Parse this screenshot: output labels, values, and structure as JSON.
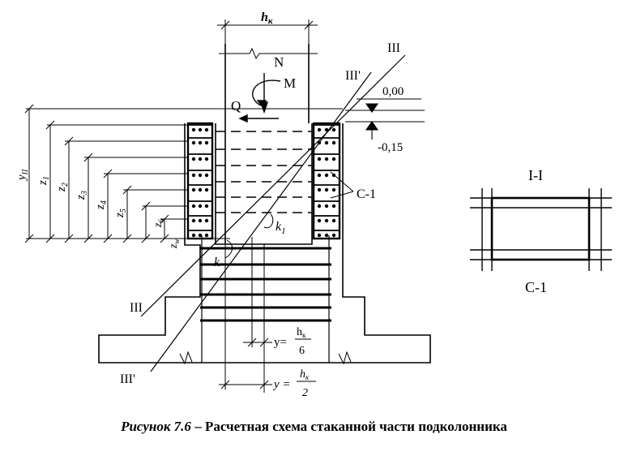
{
  "labels": {
    "hk": "h",
    "hk_sub": "к",
    "N": "N",
    "M": "M",
    "Q": "Q",
    "III": "III",
    "III_prime": "III'",
    "III_lower": "III",
    "III_prime_lower": "III'",
    "level_top": "0,00",
    "level_bottom": "-0,15",
    "C1_left": "С-1",
    "yII": "y",
    "yII_sub": "II",
    "z1": "z",
    "z1_sub": "1",
    "z2": "z",
    "z2_sub": "2",
    "z3": "z",
    "z3_sub": "3",
    "z4": "z",
    "z4_sub": "4",
    "z5": "z",
    "z5_sub": "5",
    "z6": "z",
    "z6_sub": "6",
    "zw": "z",
    "zw_sub": "w",
    "k1": "k",
    "k1_sub": "1",
    "k": "k",
    "y_frac6_prefix": "y=",
    "y_frac6_num": "h",
    "y_frac6_num_sub": "к",
    "y_frac6_den": "6",
    "y_frac2_prefix": "y =",
    "y_frac2_num": "h",
    "y_frac2_num_sub": "к",
    "y_frac2_den": "2"
  },
  "section": {
    "title": "I-I",
    "mesh_label": "С-1"
  },
  "caption": {
    "lead": "Рисунок 7.6",
    "dash": " – ",
    "text": "Расчетная схема стаканной части подколонника"
  }
}
